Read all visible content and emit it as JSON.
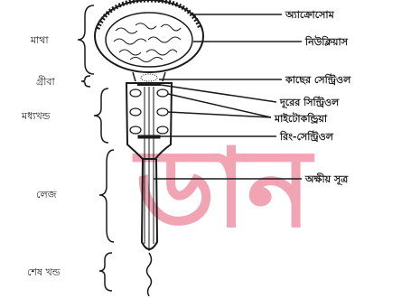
{
  "diagram": {
    "left_labels": {
      "head": "মাথা",
      "neck": "গ্রীবা",
      "middle_piece": "মধ্যখন্ড",
      "tail": "লেজ",
      "end_piece": "শেষ খন্ড"
    },
    "right_labels": {
      "acrosome": "অ্যাক্রোসোম",
      "nucleus": "নিউক্লিয়াস",
      "proximal_centriole": "কাছের সেন্ট্রিওল",
      "distal_centriole": "দূরের সিন্ট্রিওল",
      "mitochondria": "মাইটোকন্ড্রিয়া",
      "ring_centriole": "রিং-সেন্ট্রিওল",
      "axial_filament": "অক্ষীয় সূত্র"
    },
    "watermark": {
      "text": "ডান",
      "color": "#e65a78"
    },
    "line_color": "#1a1a1a"
  }
}
